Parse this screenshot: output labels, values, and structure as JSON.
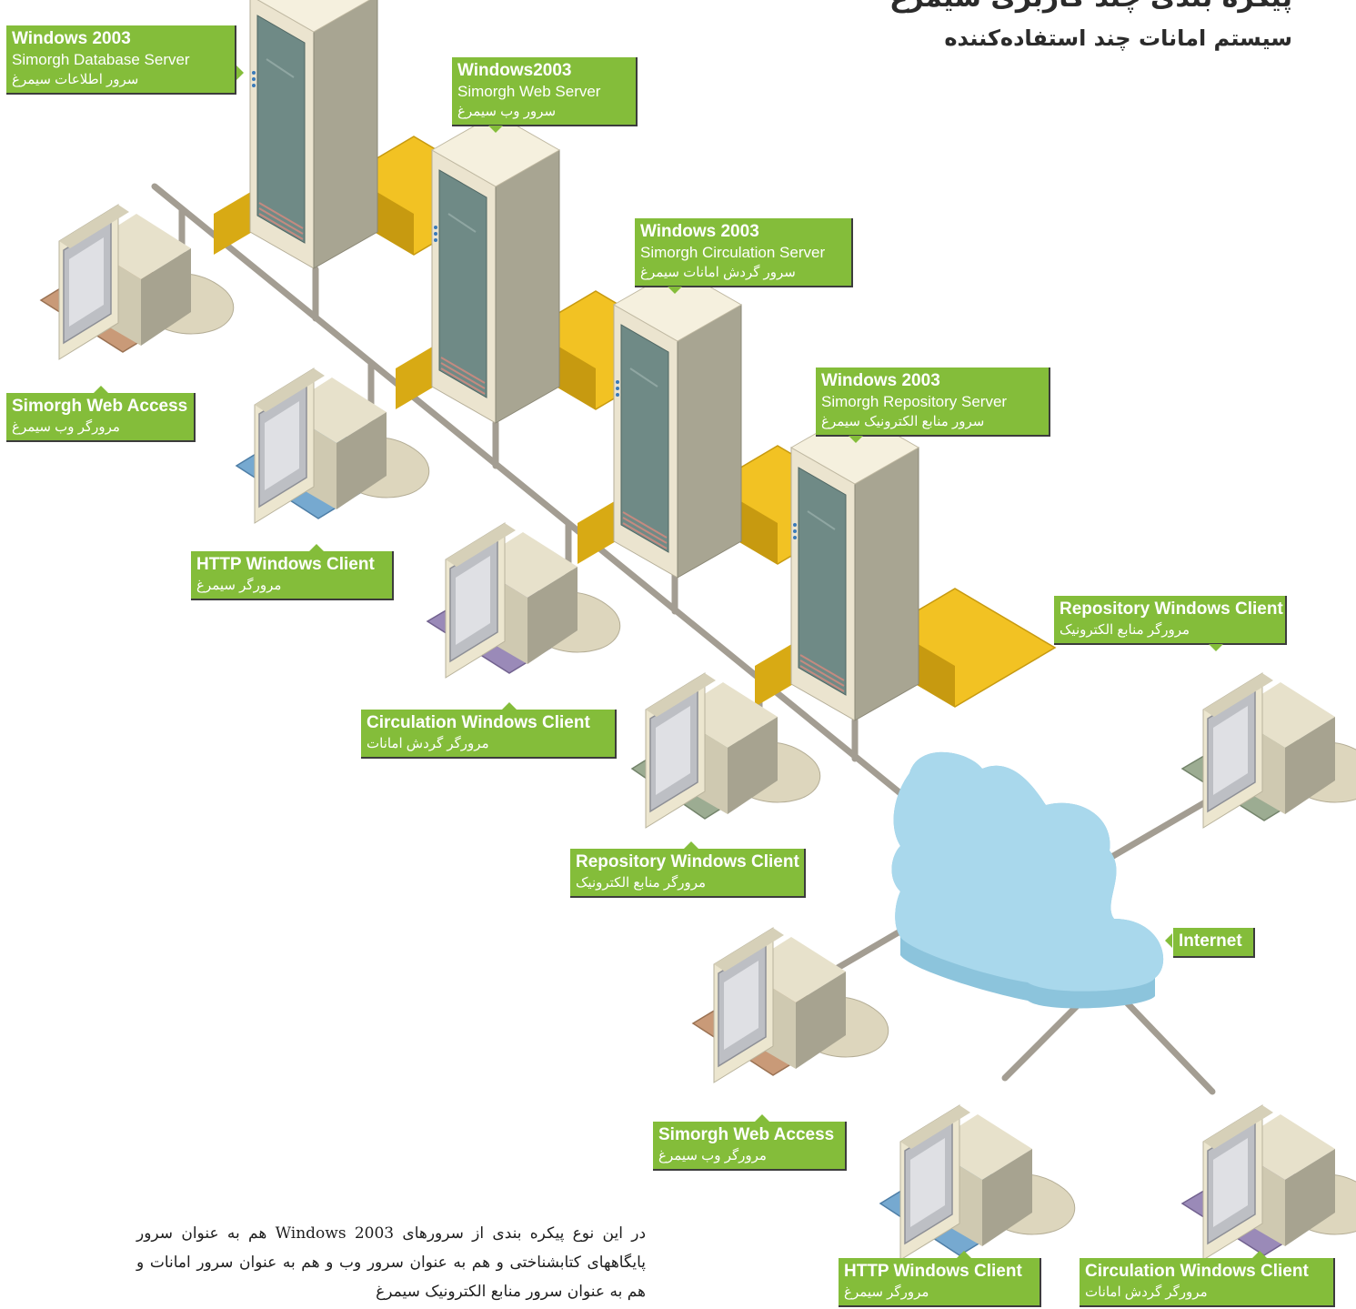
{
  "title": "پیکره بندی چند کاربری سیمرغ",
  "subtitle": "سیستم امانات چند استفاده‌کننده",
  "servers": [
    {
      "os": "Windows 2003",
      "name": "Simorgh Database Server",
      "name_fa": "سرور اطلاعات سیمرغ"
    },
    {
      "os": "Windows2003",
      "name": "Simorgh Web Server",
      "name_fa": "سرور وب سیمرغ"
    },
    {
      "os": "Windows 2003",
      "name": "Simorgh Circulation Server",
      "name_fa": "سرور گردش امانات سیمرغ"
    },
    {
      "os": "Windows 2003",
      "name": "Simorgh Repository Server",
      "name_fa": "سرور منابع الکترونیک سیمرغ"
    }
  ],
  "local_clients": [
    {
      "name": "Simorgh Web Access",
      "name_fa": "مرورگر وب سیمرغ"
    },
    {
      "name": "HTTP Windows Client",
      "name_fa": "مرورگر سیمرغ"
    },
    {
      "name": "Circulation Windows Client",
      "name_fa": "مرورگر گردش امانات"
    },
    {
      "name": "Repository Windows Client",
      "name_fa": "مرورگر منابع الکترونیک"
    }
  ],
  "remote_clients": [
    {
      "name": "Repository Windows Client",
      "name_fa": "مرورگر منابع الکترونیک"
    },
    {
      "name": "Simorgh Web Access",
      "name_fa": "مرورگر وب سیمرغ"
    },
    {
      "name": "HTTP Windows Client",
      "name_fa": "مرورگر سیمرغ"
    },
    {
      "name": "Circulation Windows Client",
      "name_fa": "مرورگر گردش امانات"
    }
  ],
  "internet_label": "Internet",
  "description": "در این نوع پیکره بندی از سرورهای Windows 2003 هم به عنوان سرور پایگاههای کتابشناختی و هم به عنوان سرور وب و هم به عنوان سرور امانات و هم به عنوان سرور منابع الکترونیک سیمرغ",
  "colors": {
    "label_green": "#84bd3a",
    "server_base": "#f2c223",
    "cloud": "#a9d8ec",
    "cable": "#a39d92",
    "pad_brown": "#c99a78",
    "pad_blue": "#76a9d0",
    "pad_purple": "#9a8ab8",
    "pad_sage": "#9cac92"
  },
  "icons": [
    "server-icon",
    "monitor-icon",
    "cloud-icon"
  ]
}
